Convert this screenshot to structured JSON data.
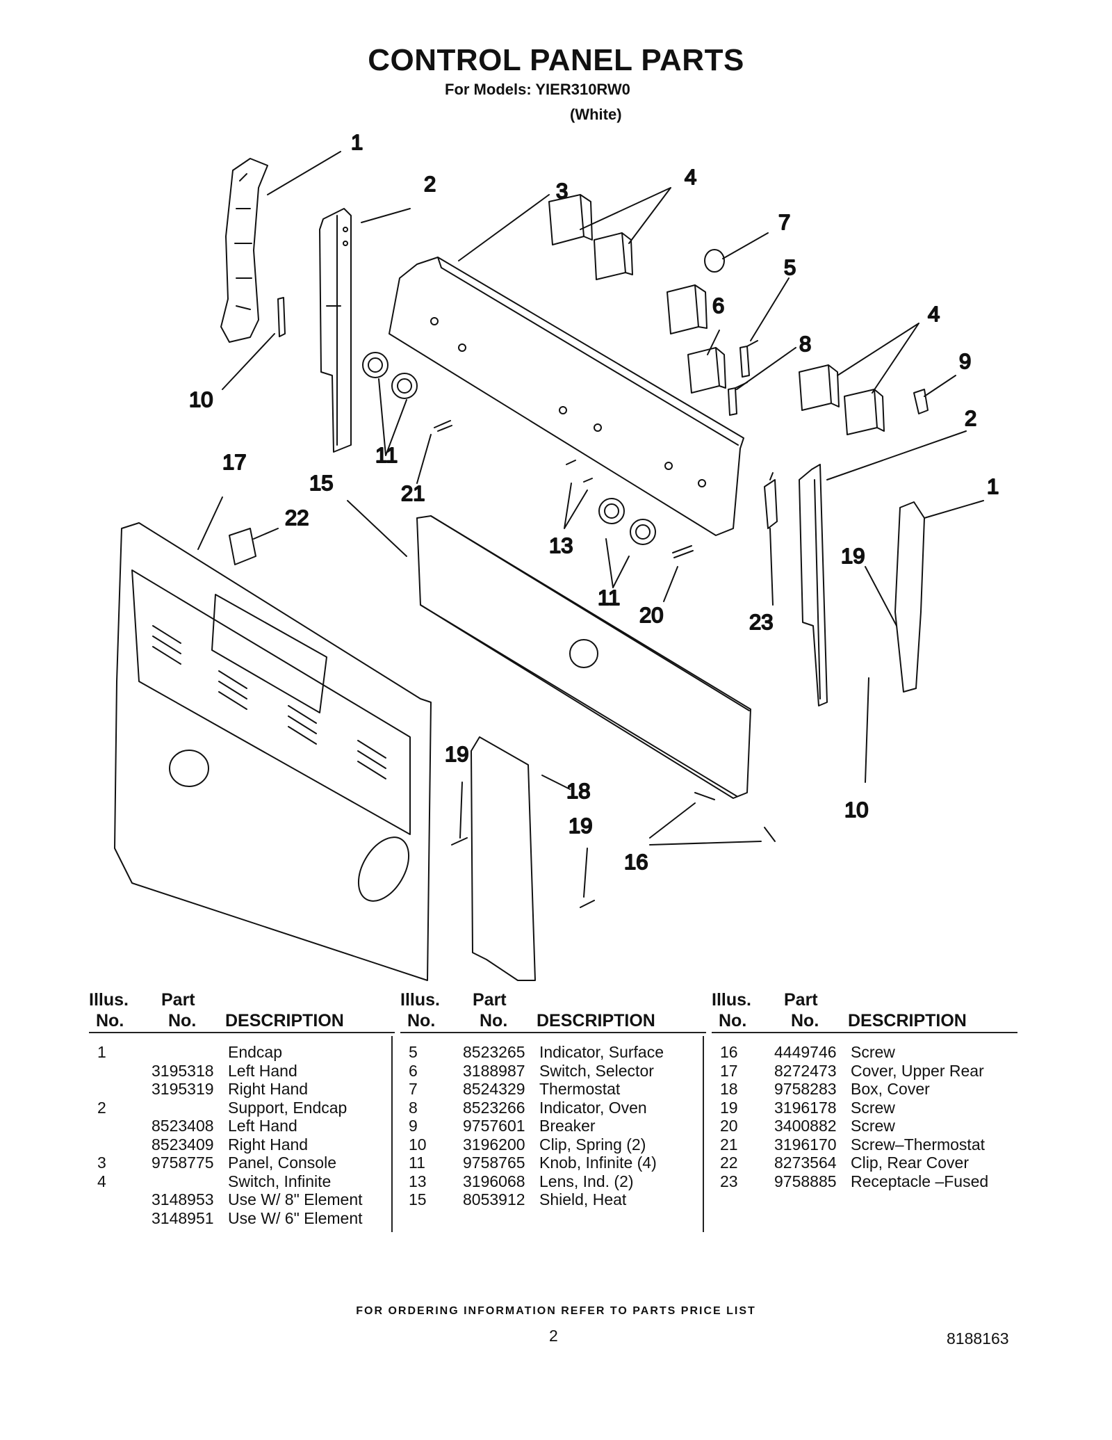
{
  "header": {
    "title": "CONTROL PANEL PARTS",
    "models": "For Models: YIER310RW0",
    "color": "(White)"
  },
  "callouts": [
    "1",
    "2",
    "3",
    "4",
    "7",
    "5",
    "6",
    "8",
    "4",
    "9",
    "2",
    "1",
    "10",
    "11",
    "21",
    "17",
    "15",
    "22",
    "13",
    "11",
    "20",
    "23",
    "19",
    "10",
    "19",
    "18",
    "19",
    "16"
  ],
  "table_headers": {
    "illus": "Illus.",
    "no": "No.",
    "part": "Part",
    "part_no": "No.",
    "description": "DESCRIPTION"
  },
  "parts_columns": [
    [
      {
        "illus": "1",
        "part": "",
        "desc": "Endcap"
      },
      {
        "illus": "",
        "part": "3195318",
        "desc": "Left Hand"
      },
      {
        "illus": "",
        "part": "3195319",
        "desc": "Right Hand"
      },
      {
        "illus": "2",
        "part": "",
        "desc": "Support, Endcap"
      },
      {
        "illus": "",
        "part": "8523408",
        "desc": "Left Hand"
      },
      {
        "illus": "",
        "part": "8523409",
        "desc": "Right Hand"
      },
      {
        "illus": "3",
        "part": "9758775",
        "desc": "Panel, Console"
      },
      {
        "illus": "4",
        "part": "",
        "desc": "Switch, Infinite"
      },
      {
        "illus": "",
        "part": "3148953",
        "desc": "Use W/ 8\" Element"
      },
      {
        "illus": "",
        "part": "3148951",
        "desc": "Use W/ 6\" Element"
      }
    ],
    [
      {
        "illus": "5",
        "part": "8523265",
        "desc": "Indicator, Surface"
      },
      {
        "illus": "6",
        "part": "3188987",
        "desc": "Switch, Selector"
      },
      {
        "illus": "7",
        "part": "8524329",
        "desc": "Thermostat"
      },
      {
        "illus": "8",
        "part": "8523266",
        "desc": "Indicator, Oven"
      },
      {
        "illus": "9",
        "part": "9757601",
        "desc": "Breaker"
      },
      {
        "illus": "10",
        "part": "3196200",
        "desc": "Clip, Spring (2)"
      },
      {
        "illus": "11",
        "part": "9758765",
        "desc": "Knob, Infinite (4)"
      },
      {
        "illus": "13",
        "part": "3196068",
        "desc": "Lens, Ind. (2)"
      },
      {
        "illus": "15",
        "part": "8053912",
        "desc": "Shield, Heat"
      }
    ],
    [
      {
        "illus": "16",
        "part": "4449746",
        "desc": "Screw"
      },
      {
        "illus": "17",
        "part": "8272473",
        "desc": "Cover, Upper Rear"
      },
      {
        "illus": "18",
        "part": "9758283",
        "desc": "Box, Cover"
      },
      {
        "illus": "19",
        "part": "3196178",
        "desc": "Screw"
      },
      {
        "illus": "20",
        "part": "3400882",
        "desc": "Screw"
      },
      {
        "illus": "21",
        "part": "3196170",
        "desc": "Screw–Thermostat"
      },
      {
        "illus": "22",
        "part": "8273564",
        "desc": "Clip, Rear Cover"
      },
      {
        "illus": "23",
        "part": "9758885",
        "desc": "Receptacle –Fused"
      }
    ]
  ],
  "footer": {
    "ordering": "FOR ORDERING INFORMATION REFER TO PARTS PRICE LIST",
    "page": "2",
    "doc_number": "8188163"
  }
}
